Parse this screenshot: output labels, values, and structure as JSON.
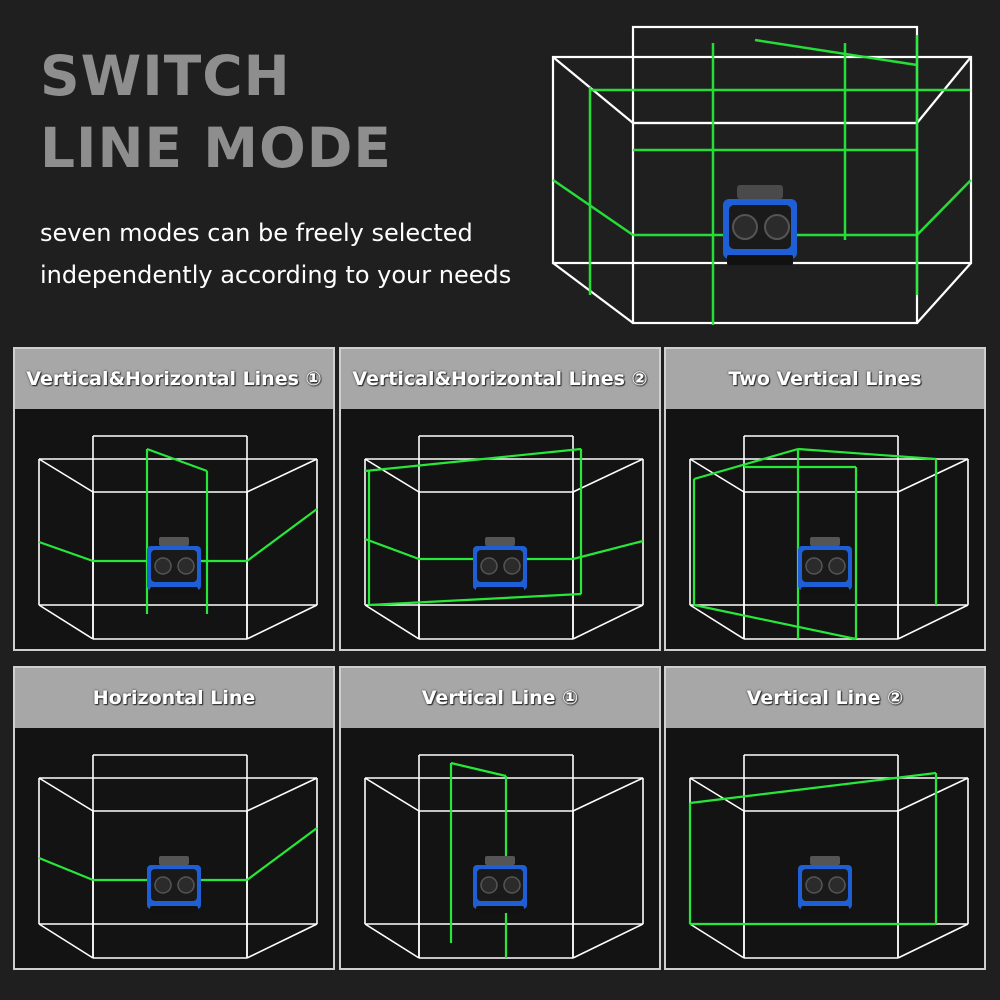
{
  "heading": {
    "line1": "SWITCH",
    "line2": "LINE MODE"
  },
  "description": {
    "line1": "seven modes can be freely selected",
    "line2": "independently according to your needs"
  },
  "colors": {
    "background": "#1f1f1f",
    "title": "#8e8e8e",
    "panel_header": "#a7a7a7",
    "laser_green": "#27e83a",
    "box_outline": "#ffffff",
    "device_blue": "#1f5fd6"
  },
  "modes": [
    {
      "label": "Vertical&Horizontal Lines ①",
      "vertical_lines": 1,
      "horizontal_lines": 1
    },
    {
      "label": "Vertical&Horizontal Lines ②",
      "vertical_lines": 1,
      "horizontal_lines": 1
    },
    {
      "label": "Two Vertical Lines",
      "vertical_lines": 2,
      "horizontal_lines": 0
    },
    {
      "label": "Horizontal Line",
      "vertical_lines": 0,
      "horizontal_lines": 1
    },
    {
      "label": "Vertical  Line ①",
      "vertical_lines": 1,
      "horizontal_lines": 0
    },
    {
      "label": "Vertical  Line ②",
      "vertical_lines": 1,
      "horizontal_lines": 0
    }
  ]
}
